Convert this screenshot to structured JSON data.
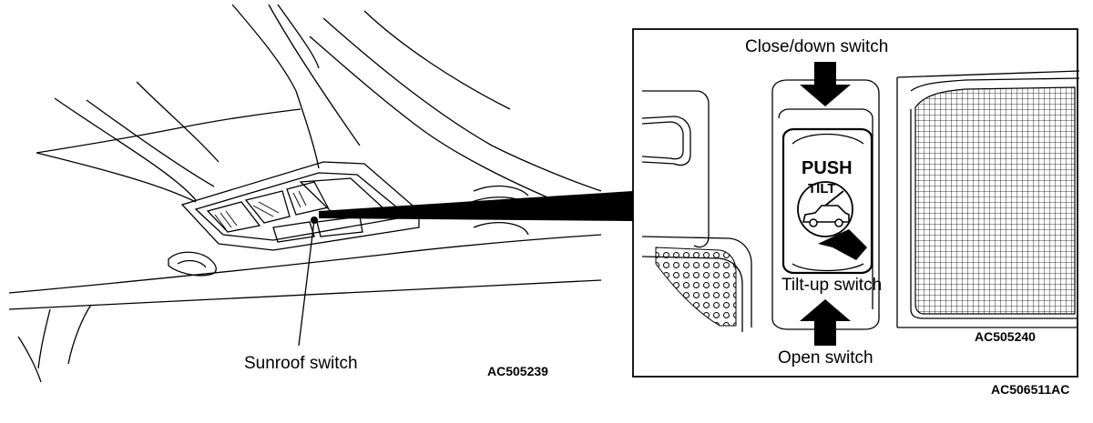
{
  "left_view": {
    "callout": "Sunroof switch",
    "figure_code": "AC505239"
  },
  "detail_view": {
    "close_down_label": "Close/down switch",
    "tilt_up_label": "Tilt-up switch",
    "open_label": "Open switch",
    "push_text": "PUSH",
    "tilt_text": "TILT",
    "figure_code": "AC505240"
  },
  "sheet_code": "AC506511AC"
}
